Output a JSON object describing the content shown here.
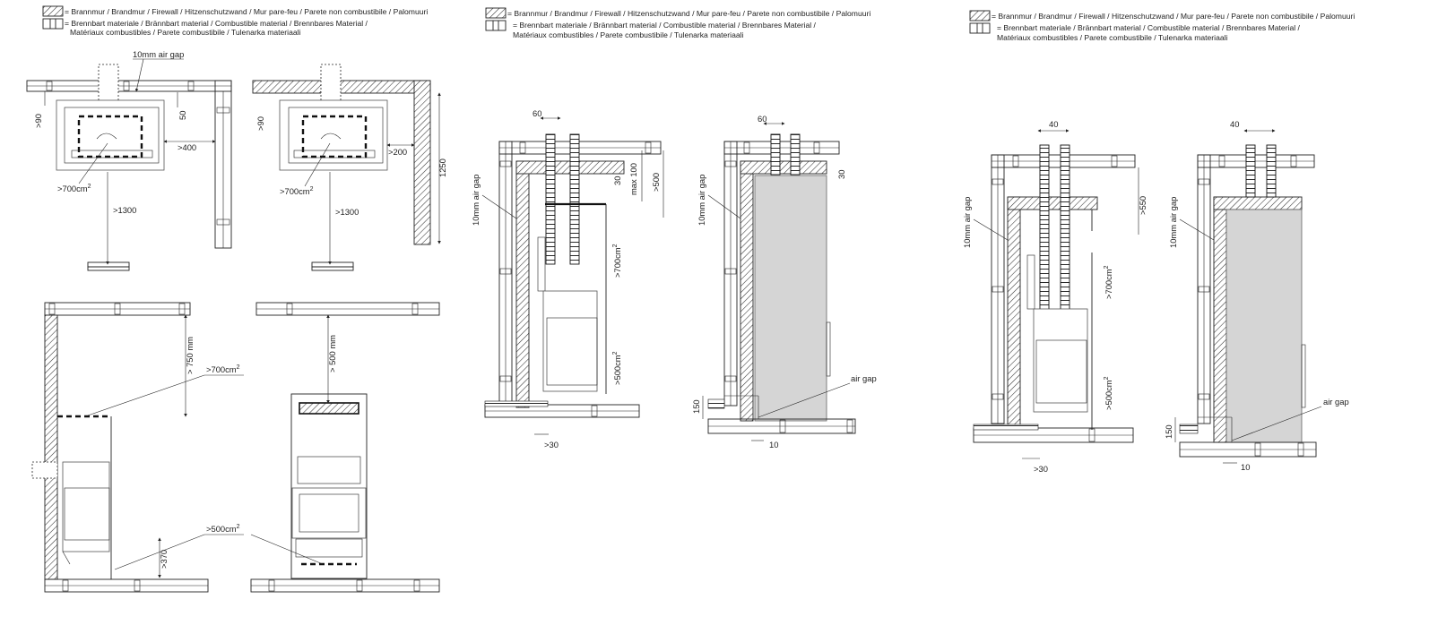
{
  "legend": {
    "firewall": "= Brannmur / Brandmur / Firewall / Hitzenschutzwand / Mur pare-feu / Parete non combustibile / Palomuuri",
    "combustible_1": "= Brennbart materiale / Brännbart material /  Combustible material / Brennbares Material /",
    "combustible_2": "Matériaux combustibles / Parete combustibile / Tulenarka materiaali"
  },
  "plan_top": {
    "air_gap": "10mm air gap",
    "d_90": ">90",
    "d_50": "50",
    "d_400": ">400",
    "d_200": ">200",
    "d_1250": "1250",
    "area_700": ">700cm",
    "sup": "2",
    "d_1300": ">1300"
  },
  "elevation_left": {
    "d_750": "> 750 mm",
    "d_500mm": "> 500 mm",
    "area_700": ">700cm",
    "area_500": ">500cm",
    "sup": "2",
    "d_370": ">370"
  },
  "section_mid": {
    "d_60": "60",
    "d_30": "30",
    "d_max100": "max 100",
    "d_500": ">500",
    "air_gap_10": "10mm air gap",
    "area_700": ">700cm",
    "area_500": ">500cm",
    "sup": "2",
    "d_gt30": ">30",
    "air_gap": "air gap",
    "d_150": "150",
    "d_10": "10"
  },
  "section_right": {
    "d_40": "40",
    "d_550": ">550",
    "air_gap_10": "10mm air gap",
    "area_700": ">700cm",
    "area_500": ">500cm",
    "sup": "2",
    "d_gt30": ">30",
    "air_gap": "air gap",
    "d_150": "150",
    "d_10": "10"
  }
}
